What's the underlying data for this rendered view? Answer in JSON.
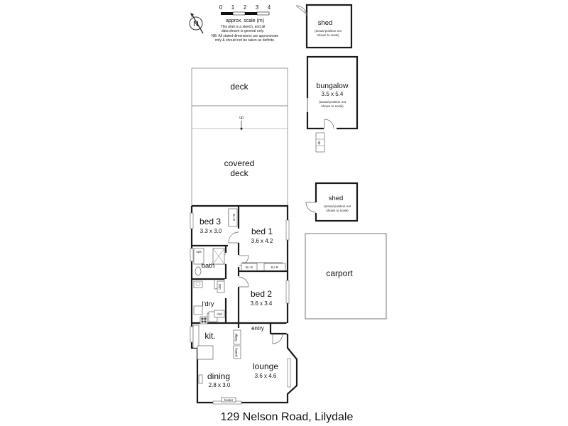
{
  "scale": {
    "ticks": [
      "0",
      "1",
      "2",
      "3",
      "4"
    ],
    "caption": "approx. scale (m)",
    "disclaimer_1": "This plan is a sketch, and all",
    "disclaimer_2": "data shown is general only.",
    "disclaimer_3": "NB: All stated dimensions are approximate",
    "disclaimer_4": "only & should not be taken as definite.",
    "north": "N"
  },
  "outbuildings": {
    "shed_top": {
      "name": "shed",
      "note_1": "(actual position not",
      "note_2": "shown to scale)"
    },
    "bungalow": {
      "name": "bungalow",
      "dims": "3.5 x 5.4",
      "note_1": "(actual position not",
      "note_2": "shown to scale)",
      "step": "dn"
    },
    "shed_mid": {
      "name": "shed",
      "note_1": "(actual position not",
      "note_2": "shown to scale)"
    },
    "carport": {
      "name": "carport"
    }
  },
  "house": {
    "deck": "deck",
    "up": "up",
    "covered_deck_1": "covered",
    "covered_deck_2": "deck",
    "bed3": {
      "name": "bed 3",
      "dims": "3.3 x 3.0",
      "robe": "B.I.R"
    },
    "bed1": {
      "name": "bed 1",
      "dims": "3.6 x 4.2",
      "robe_1": "B.I.R",
      "robe_2": "B.I.R"
    },
    "bed2": {
      "name": "bed 2",
      "dims": "3.6 x 3.4"
    },
    "bath": {
      "name": "bath",
      "spa": "spa"
    },
    "ldry": {
      "name": "l'dry",
      "cbd": "cbd",
      "cbd2": "cbd"
    },
    "kit": {
      "name": "kit.",
      "fridge": "fridge",
      "pantry": "pantry"
    },
    "entry": "entry",
    "dining": {
      "name": "dining",
      "dims": "2.8 x 3.0"
    },
    "lounge": {
      "name": "lounge",
      "dims": "3.6 x 4.6"
    },
    "heater": "heater"
  },
  "address": "129 Nelson Road, Lilydale"
}
